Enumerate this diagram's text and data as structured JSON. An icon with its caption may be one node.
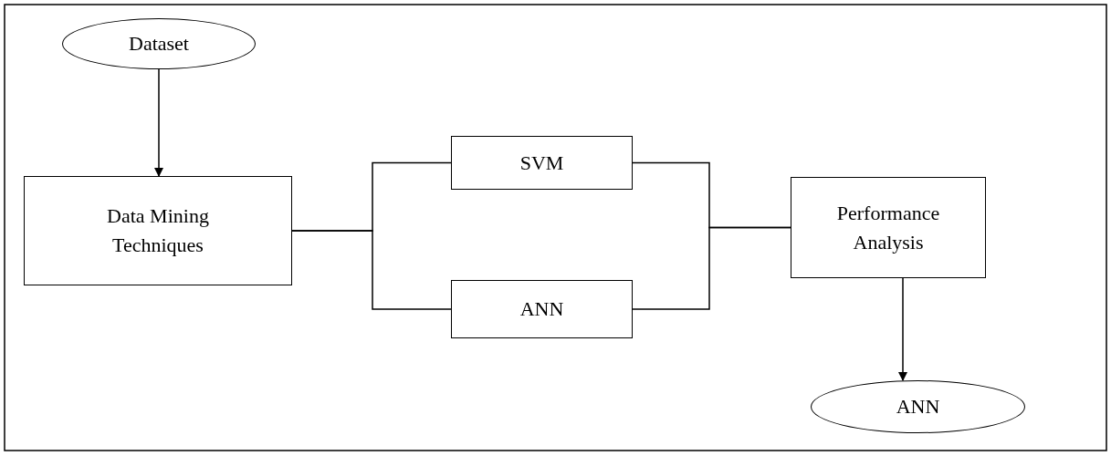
{
  "diagram": {
    "nodes": [
      {
        "text": [
          "Dataset"
        ]
      },
      {
        "text": [
          "Data Mining Techniques"
        ]
      },
      {
        "text": [
          "SVM"
        ]
      },
      {
        "text": [
          "ANN"
        ]
      },
      {
        "text": [
          "Performance Analysis"
        ]
      },
      {
        "text": [
          "ANN"
        ]
      }
    ],
    "edges": [
      {
        "from": 0,
        "to": 1,
        "arrow": "to"
      },
      {
        "from": 1,
        "to": 2,
        "arrow": "none"
      },
      {
        "from": 1,
        "to": 3,
        "arrow": "none"
      },
      {
        "from": 2,
        "to": 4,
        "arrow": "none"
      },
      {
        "from": 3,
        "to": 4,
        "arrow": "none"
      },
      {
        "from": 4,
        "to": 5,
        "arrow": "to"
      }
    ]
  }
}
